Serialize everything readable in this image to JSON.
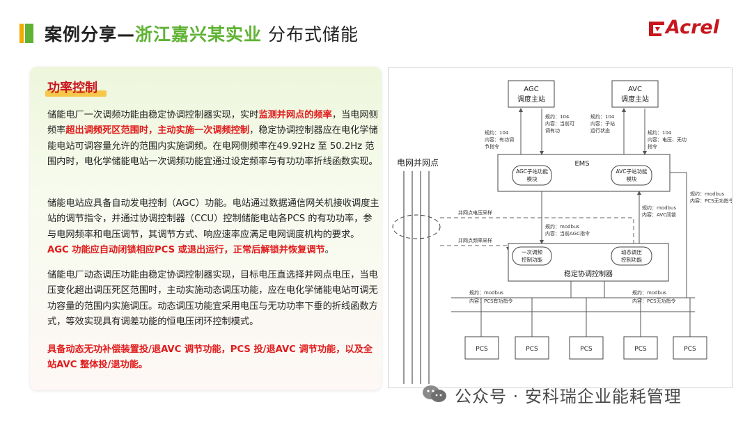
{
  "header": {
    "title_black": "案例分享—",
    "title_green": "浙江嘉兴某实业",
    "title_rest": " 分布式储能",
    "logo_text": "Acrel",
    "colors": {
      "accent_green": "#5fb233",
      "accent_orange": "#f2a900",
      "brand_red": "#c8161e"
    }
  },
  "card": {
    "section_title": "功率控制",
    "p1": [
      {
        "t": "储能电厂一次调频功能由稳定协调控制器实现，实时",
        "s": "n"
      },
      {
        "t": "监测并网点的频率",
        "s": "r"
      },
      {
        "t": "，当电网侧频率",
        "s": "n"
      },
      {
        "t": "超出调频死区范围时，主动实施一次调频控制",
        "s": "r"
      },
      {
        "t": "，稳定协调控制器应在电化学储能电站可调容量允许的范围内实施调频。在电网侧频率在49.92Hz 至 50.2Hz 范围内时，电化学储能电站一次调频功能宜通过设定频率与有功功率折线函数实现。",
        "s": "n"
      }
    ],
    "p2": [
      {
        "t": "储能电站应具备自动发电控制（AGC）功能。电站通过数据通信网关机接收调度主站的调节指令，并通过协调控制器（CCU）控制储能电站各PCS 的有功功率，参与电网频率和电压调节，其调节方式、响应速率应满足电网调度机构的要求。",
        "s": "n"
      },
      {
        "t": "AGC 功能应自动闭锁相应PCS 或退出运行，正常后解锁并恢复调节",
        "s": "r"
      },
      {
        "t": "。",
        "s": "n"
      }
    ],
    "p3": "储能电厂动态调压功能由稳定协调控制器实现，目标电压直选择并网点电压，当电压变化超出调压死区范围时，主动实施动态调压功能，应在电化学储能电站可调无功容量的范围内实施调压。动态调压功能宜采用电压与无功功率下垂的折线函数方式，等效实现具有调差功能的恒电压闭环控制模式。",
    "p4": "具备动态无功补偿装置投/退AVC 调节功能，PCS 投/退AVC 调节功能，以及全站AVC 整体投/退功能。"
  },
  "diagram": {
    "agc_box": [
      "AGC",
      "调度主站"
    ],
    "avc_box": [
      "AVC",
      "调度主站"
    ],
    "ems_label": "EMS",
    "agc_module": [
      "AGC子站功能",
      "模块"
    ],
    "avc_module": [
      "AVC子站功能",
      "模块"
    ],
    "grid_point_label": "电网并网点",
    "agc_up_note": [
      "规约：104",
      "内容：有功调",
      "节指令"
    ],
    "agc_down_note": [
      "规约：104",
      "内容：当前可",
      "调有功"
    ],
    "avc_down_note": [
      "规约：104",
      "内容：子站",
      "运行状态"
    ],
    "avc_up_note": [
      "规约：104",
      "内容：电压、无功",
      "指令"
    ],
    "voltage_sample": "并网点电压采样",
    "freq_sample": "并网点频率采样",
    "modbus_agc_note": [
      "规约：modbus",
      "内容：当前AGC指令"
    ],
    "modbus_avc_note": [
      "规约：modbus",
      "内容：AVC闭锁"
    ],
    "modbus_pcs_reactive_note": [
      "规约：modbus",
      "内容：PCS无功指令"
    ],
    "primary_freq_module": [
      "一次调频",
      "控制功能"
    ],
    "dyn_volt_module": [
      "动态调压",
      "控制功能"
    ],
    "controller_label": "稳定协调控制器",
    "pcs_active_note": [
      "规约：modbus",
      "内容：PCS有功指令"
    ],
    "pcs_reactive_note2": [
      "规约：modbus",
      "内容：PCS无功指令"
    ],
    "pcs_units": [
      "PCS",
      "PCS",
      "PCS",
      "PCS",
      "PCS"
    ]
  },
  "watermark": {
    "icon": "wechat-icon",
    "text": "公众号 · 安科瑞企业能耗管理"
  }
}
